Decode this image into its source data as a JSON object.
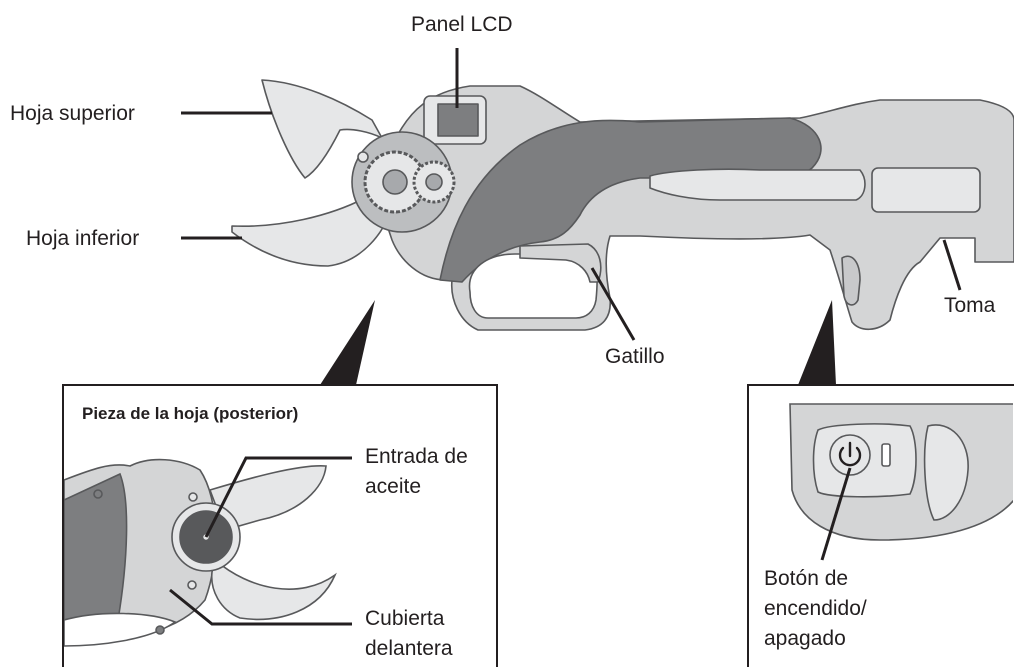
{
  "labels": {
    "panel_lcd": "Panel LCD",
    "hoja_superior": "Hoja superior",
    "hoja_inferior": "Hoja inferior",
    "toma": "Toma",
    "gatillo": "Gatillo"
  },
  "inset_blade": {
    "title": "Pieza de la hoja (posterior)",
    "entrada_line1": "Entrada de",
    "entrada_line2": "aceite",
    "cubierta_line1": "Cubierta",
    "cubierta_line2": "delantera"
  },
  "inset_power": {
    "boton_line1": "Botón de",
    "boton_line2": "encendido/",
    "boton_line3": "apagado"
  },
  "colors": {
    "body_light": "#d4d5d6",
    "body_lighter": "#e6e7e8",
    "grip_dark": "#7d7e80",
    "outline": "#58595b",
    "line": "#231f20"
  },
  "icons": [
    "power-icon"
  ]
}
